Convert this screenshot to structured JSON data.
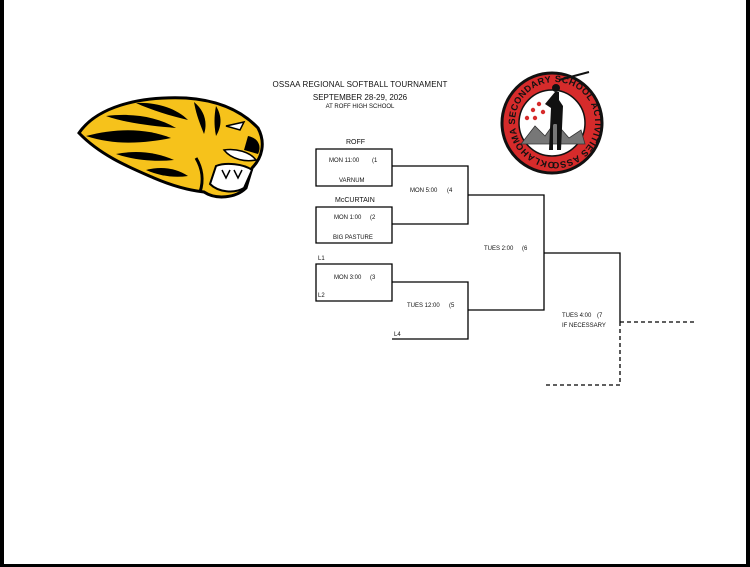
{
  "header": {
    "title": "OSSAA REGIONAL SOFTBALL TOURNAMENT",
    "dates": "SEPTEMBER 28-29, 2026",
    "location": "AT ROFF HIGH SCHOOL"
  },
  "logos": {
    "left": {
      "icon": "tiger-head-mascot",
      "colors": [
        "#f6c21b",
        "#000000",
        "#ffffff"
      ]
    },
    "right": {
      "icon": "ossaa-seal",
      "ring_text": "OKLAHOMA SECONDARY SCHOOL ACTIVITIES ASSOCIATION",
      "colors": [
        "#d62b2b",
        "#000000",
        "#ffffff"
      ]
    }
  },
  "bracket": {
    "games": {
      "g1": {
        "time": "MON 11:00",
        "num": "(1",
        "top_team": "ROFF",
        "bottom_team": "VARNUM"
      },
      "g2": {
        "time": "MON 1:00",
        "num": "(2",
        "top_team": "McCURTAIN",
        "bottom_team": "BIG PASTURE"
      },
      "g3": {
        "time": "MON 3:00",
        "num": "(3",
        "top_team": "L1",
        "bottom_team": "L2"
      },
      "g4": {
        "time": "MON 5:00",
        "num": "(4"
      },
      "g5": {
        "time": "TUES 12:00",
        "num": "(5",
        "bottom_team": "L4"
      },
      "g6": {
        "time": "TUES 2:00",
        "num": "(6"
      },
      "g7": {
        "time": "TUES 4:00",
        "num": "(7",
        "note": "IF NECESSARY"
      }
    }
  }
}
